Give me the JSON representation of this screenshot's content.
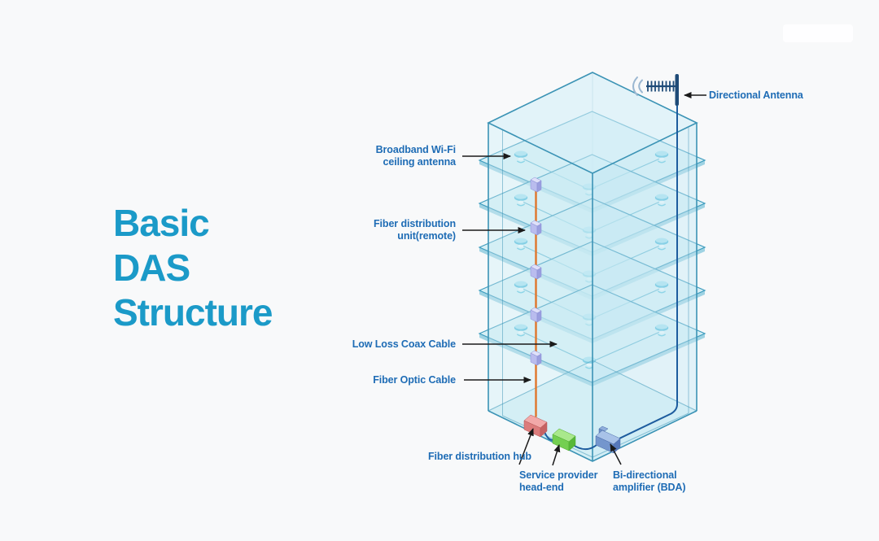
{
  "title": {
    "text": "Basic\nDAS\nStructure"
  },
  "labels": {
    "directional_antenna": "Directional Antenna",
    "broadband_wifi_ceiling_antenna": "Broadband Wi-Fi\nceiling antenna",
    "fiber_distribution_unit": "Fiber distribution\nunit(remote)",
    "low_loss_coax_cable": "Low Loss Coax Cable",
    "fiber_optic_cable": "Fiber Optic Cable",
    "fiber_distribution_hub": "Fiber distribution hub",
    "service_provider_head_end": "Service provider\nhead-end",
    "bda": "Bi-directional\namplifier (BDA)"
  },
  "colors": {
    "background": "#F8F9FA",
    "title_text": "#1B9AC8",
    "label_text": "#1E6CB5",
    "arrow": "#1A1A1A",
    "building_edge": "#3B93B5",
    "glass_fill": "#D8F1F7",
    "floor_slab": "#BFE8F1",
    "fiber_optic_cable": "#E0762B",
    "signal_cable": "#1D5C9E",
    "ceiling_antenna": "#5CC2DD",
    "fiber_unit": "#B9BCEE",
    "hub_box": "#DC7C7C",
    "head_end_box": "#74CF51",
    "bda_box": "#7496CD",
    "antenna_pole": "#1F4B78"
  },
  "diagram": {
    "type": "isometric-building",
    "floors": 5,
    "ceiling_antennas_per_floor": 3,
    "fiber_units_on_riser": 5,
    "components": [
      "Directional Antenna",
      "Broadband Wi-Fi ceiling antenna",
      "Fiber distribution unit(remote)",
      "Low Loss Coax Cable",
      "Fiber Optic Cable",
      "Fiber distribution hub",
      "Service provider head-end",
      "Bi-directional amplifier (BDA)"
    ]
  }
}
